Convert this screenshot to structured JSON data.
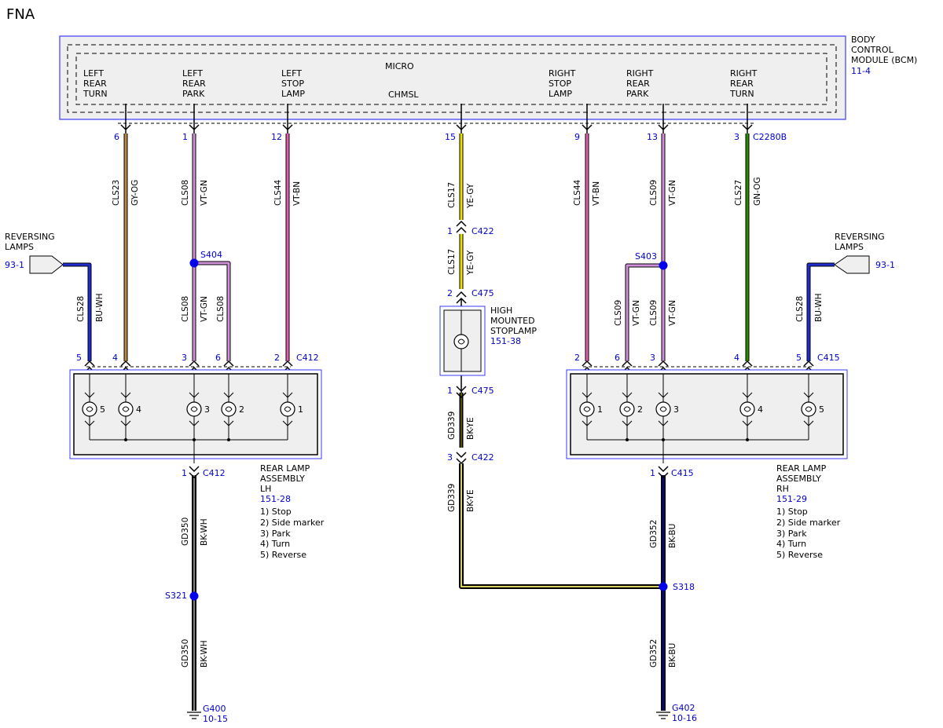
{
  "page_title": "FNA",
  "bcm": {
    "label_lines": [
      "BODY",
      "CONTROL",
      "MODULE (BCM)"
    ],
    "ref": "11-4",
    "micro": "MICRO",
    "chmsl": "CHMSL",
    "outputs": [
      {
        "lines": [
          "LEFT",
          "REAR",
          "TURN"
        ]
      },
      {
        "lines": [
          "LEFT",
          "REAR",
          "PARK"
        ]
      },
      {
        "lines": [
          "LEFT",
          "STOP",
          "LAMP"
        ]
      },
      {
        "lines": [
          "RIGHT",
          "STOP",
          "LAMP"
        ]
      },
      {
        "lines": [
          "RIGHT",
          "REAR",
          "PARK"
        ]
      },
      {
        "lines": [
          "RIGHT",
          "REAR",
          "TURN"
        ]
      }
    ],
    "connector": "C2280B"
  },
  "bcm_pins": [
    "6",
    "1",
    "12",
    "15",
    "9",
    "13",
    "3"
  ],
  "wires": {
    "cls23": {
      "circuit": "CLS23",
      "color": "GY-OG"
    },
    "cls08": {
      "circuit": "CLS08",
      "color": "VT-GN"
    },
    "cls44": {
      "circuit": "CLS44",
      "color": "VT-BN"
    },
    "cls17": {
      "circuit": "CLS17",
      "color": "YE-GY"
    },
    "cls09": {
      "circuit": "CLS09",
      "color": "VT-GN"
    },
    "cls27": {
      "circuit": "CLS27",
      "color": "GN-OG"
    },
    "cls28": {
      "circuit": "CLS28",
      "color": "BU-WH"
    },
    "gd339": {
      "circuit": "GD339",
      "color": "BK-YE"
    },
    "gd350": {
      "circuit": "GD350",
      "color": "BK-WH"
    },
    "gd352": {
      "circuit": "GD352",
      "color": "BK-BU"
    }
  },
  "splices": {
    "s404": "S404",
    "s403": "S403",
    "s321": "S321",
    "s318": "S318"
  },
  "reversing": {
    "lines": [
      "REVERSING",
      "LAMPS"
    ],
    "ref": "93-1"
  },
  "connectors": {
    "c412": "C412",
    "c415": "C415",
    "c422": "C422",
    "c475": "C475",
    "lh_pins": [
      "5",
      "4",
      "3",
      "6",
      "2"
    ],
    "rh_pins": [
      "2",
      "6",
      "3",
      "4",
      "5"
    ],
    "c422_top": "1",
    "c422_bot": "3",
    "c475_top": "2",
    "c475_bot": "1",
    "c412_out": "1",
    "c415_out": "1"
  },
  "hmsl": {
    "lines": [
      "HIGH",
      "MOUNTED",
      "STOPLAMP"
    ],
    "ref": "151-38"
  },
  "lh_assembly": {
    "lines": [
      "REAR LAMP",
      "ASSEMBLY",
      "LH"
    ],
    "ref": "151-28",
    "legend": [
      "1) Stop",
      "2) Side marker",
      "3) Park",
      "4) Turn",
      "5) Reverse"
    ],
    "bulbs": [
      "5",
      "4",
      "3",
      "2",
      "1"
    ]
  },
  "rh_assembly": {
    "lines": [
      "REAR LAMP",
      "ASSEMBLY",
      "RH"
    ],
    "ref": "151-29",
    "legend": [
      "1) Stop",
      "2) Side marker",
      "3) Park",
      "4) Turn",
      "5) Reverse"
    ],
    "bulbs": [
      "1",
      "2",
      "3",
      "4",
      "5"
    ]
  },
  "grounds": {
    "g400": {
      "name": "G400",
      "ref": "10-15"
    },
    "g402": {
      "name": "G402",
      "ref": "10-16"
    }
  },
  "colors": {
    "frame_blue": "#3a3aff",
    "pin_blue": "#0000cc",
    "gy_og": "#b88a45",
    "vt_gn": "#d090d8",
    "vt_bn": "#e060b0",
    "ye_gy": "#e8e000",
    "gn_og": "#2e8b00",
    "bu_wh": "#1f2dd0",
    "bk_ye": "#222222",
    "bk_wh": "#111111",
    "bk_bu": "#0a0a50"
  }
}
